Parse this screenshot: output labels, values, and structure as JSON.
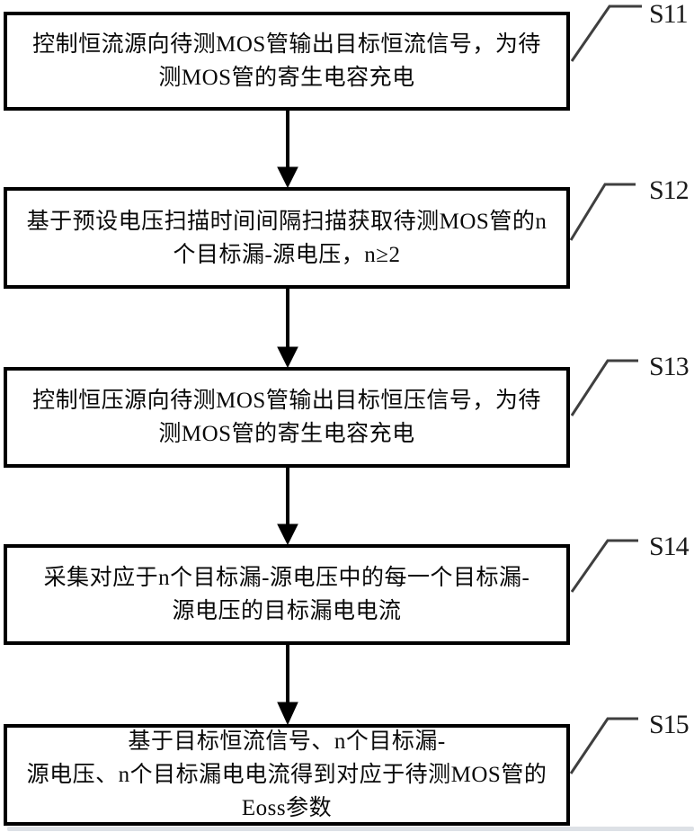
{
  "figure": {
    "background": "#ffffff",
    "box_border_color": "#000000",
    "connector_color": "#3f3f3f",
    "arrow_color": "#000000",
    "steps": [
      {
        "id": "S11",
        "text": "控制恒流源向待测MOS管输出目标恒流信号，为待\n测MOS管的寄生电容充电"
      },
      {
        "id": "S12",
        "text": "基于预设电压扫描时间间隔扫描获取待测MOS管的n\n个目标漏-源电压，n≥2"
      },
      {
        "id": "S13",
        "text": "控制恒压源向待测MOS管输出目标恒压信号，为待\n测MOS管的寄生电容充电"
      },
      {
        "id": "S14",
        "text": "采集对应于n个目标漏-源电压中的每一个目标漏-\n源电压的目标漏电电流"
      },
      {
        "id": "S15",
        "text": "基于目标恒流信号、n个目标漏-\n源电压、n个目标漏电电流得到对应于待测MOS管的\nEoss参数"
      }
    ]
  }
}
